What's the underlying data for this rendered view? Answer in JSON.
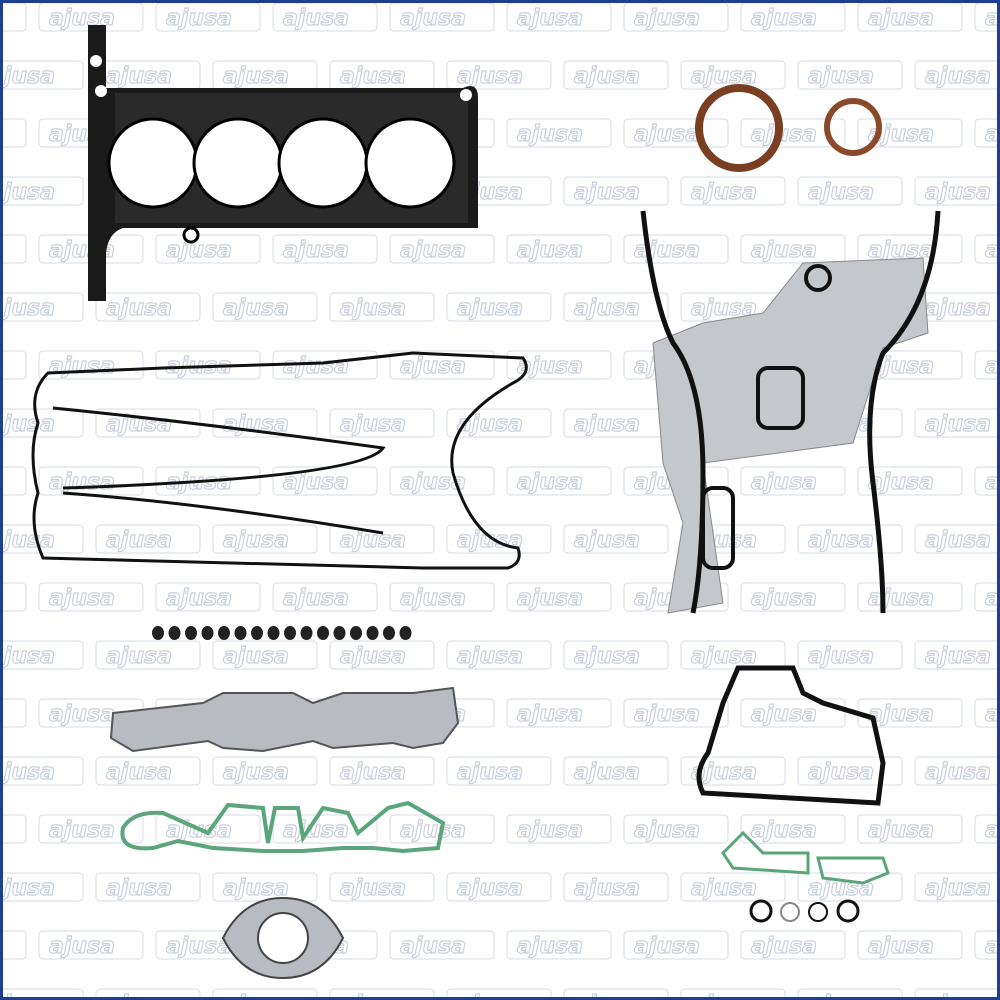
{
  "watermark": {
    "text": "ajusa",
    "color": "#c9d0dc"
  },
  "frame": {
    "border_color": "#1f3f8f"
  },
  "colors": {
    "black_gasket": "#111111",
    "steel": "#b8bcc2",
    "copper": "#8a4a2a",
    "green": "#5aa57a"
  },
  "parts": [
    "cylinder-head-gasket",
    "crankshaft-seal-large",
    "crankshaft-seal-small",
    "timing-cover-gasket",
    "valve-cover-gasket",
    "valve-stem-seals",
    "exhaust-manifold-gasket",
    "intake-manifold-gasket",
    "water-pump-gasket",
    "small-seals",
    "o-rings",
    "exhaust-flange-gasket"
  ],
  "valve_stem_seal_count": 16
}
